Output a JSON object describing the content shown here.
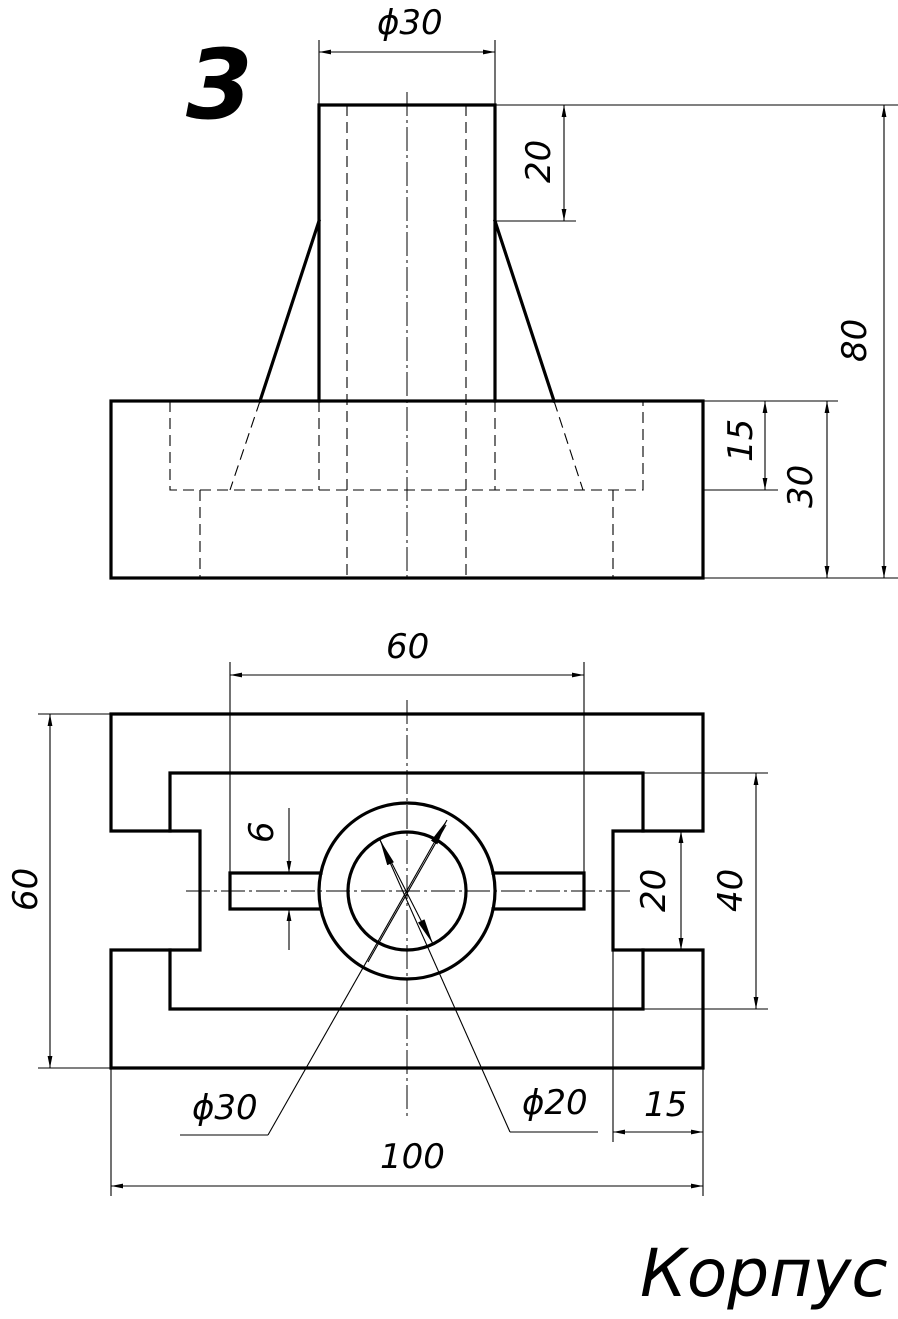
{
  "variant_number": "3",
  "part_title": "Корпус",
  "front_view": {
    "boss_diameter": "ϕ30",
    "top_height": "20",
    "total_height": "80",
    "base_step": "15",
    "base_height": "30"
  },
  "top_view": {
    "slot_span": "60",
    "total_depth": "60",
    "slot_width": "6",
    "recess_width": "20",
    "inner_depth": "40",
    "outer_diameter": "ϕ30",
    "bore_diameter": "ϕ20",
    "side_step": "15",
    "total_length": "100"
  }
}
